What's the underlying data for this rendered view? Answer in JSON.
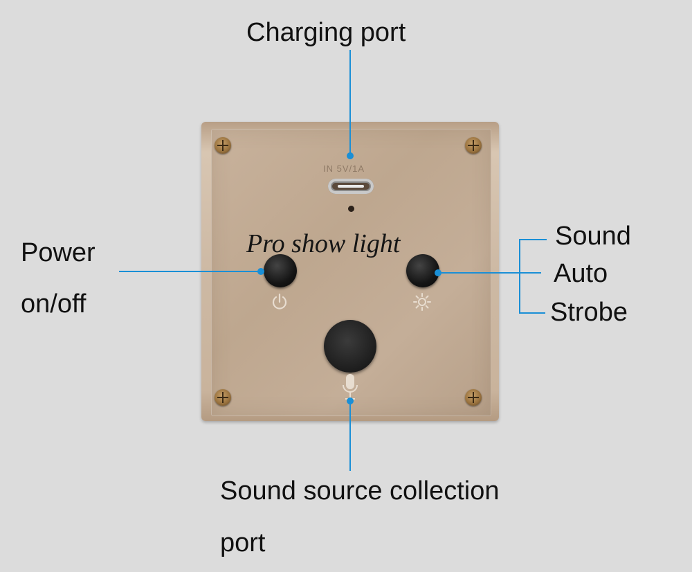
{
  "labels": {
    "charging_port": "Charging port",
    "power_line1": "Power",
    "power_line2": "on/off",
    "sound": "Sound",
    "auto": "Auto",
    "strobe": "Strobe",
    "sound_source_line1": "Sound source collection",
    "sound_source_line2": "port"
  },
  "device": {
    "port_marking": "IN 5V/1A",
    "brand_text": "Pro show light"
  },
  "icons": {
    "power_button": "power-icon",
    "mode_button": "sun-icon",
    "mic": "microphone-icon"
  },
  "colors": {
    "callout_line": "#1a8fd6",
    "background": "#dcdcdc"
  }
}
